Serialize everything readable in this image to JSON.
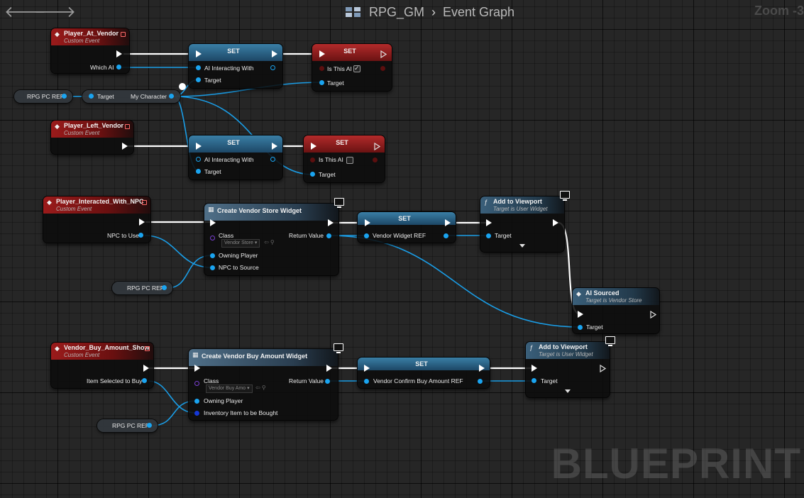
{
  "toolbar": {
    "back_icon": "back-arrow-icon",
    "forward_icon": "forward-arrow-icon",
    "graph_icon": "blueprint-graph-icon",
    "breadcrumb_root": "RPG_GM",
    "breadcrumb_current": "Event Graph",
    "zoom": "Zoom -3"
  },
  "watermark": "BLUEPRINT",
  "colors": {
    "object_pin": "#1aa4f0",
    "event_header": "#9b1b1b",
    "set_header": "#3a7fa6",
    "class_pin": "#7a3fd2",
    "struct_pin": "#1538d8"
  },
  "nodes": {
    "player_at_vendor": {
      "title": "Player_At_Vendor",
      "subtitle": "Custom Event",
      "pin_which_ai": "Which AI"
    },
    "set1": {
      "title": "SET",
      "pin_ai_interacting": "AI Interacting With",
      "pin_target": "Target"
    },
    "set2": {
      "title": "SET",
      "pin_is_this_ai": "Is This AI",
      "pin_target": "Target",
      "checked": true
    },
    "rpg_pc_ref_1": {
      "label": "RPG PC REF"
    },
    "get_my_character": {
      "target": "Target",
      "output": "My Character"
    },
    "player_left_vendor": {
      "title": "Player_Left_Vendor",
      "subtitle": "Custom Event"
    },
    "set3": {
      "title": "SET",
      "pin_ai_interacting": "AI Interacting With",
      "pin_target": "Target"
    },
    "set4": {
      "title": "SET",
      "pin_is_this_ai": "Is This AI",
      "pin_target": "Target",
      "checked": false
    },
    "player_interacted": {
      "title": "Player_Interacted_With_NPC",
      "subtitle": "Custom Event",
      "pin_npc": "NPC to Use"
    },
    "create_vendor_store": {
      "title": "Create Vendor Store Widget",
      "pin_class": "Class",
      "class_value": "Vendor Store",
      "pin_owning": "Owning Player",
      "pin_npc_source": "NPC to Source",
      "pin_return": "Return Value"
    },
    "rpg_pc_ref_2": {
      "label": "RPG PC REF"
    },
    "set5": {
      "title": "SET",
      "pin_var": "Vendor Widget REF"
    },
    "add_viewport_1": {
      "title": "Add to Viewport",
      "subtitle": "Target is User Widget",
      "pin_target": "Target"
    },
    "ai_sourced": {
      "title": "AI Sourced",
      "subtitle": "Target is Vendor Store",
      "pin_target": "Target"
    },
    "vendor_buy_amount": {
      "title": "Vendor_Buy_Amount_Show",
      "subtitle": "Custom Event",
      "pin_item": "Item Selected to Buy"
    },
    "create_vendor_buy": {
      "title": "Create Vendor Buy Amount Widget",
      "pin_class": "Class",
      "class_value": "Vendor Buy Amo",
      "pin_owning": "Owning Player",
      "pin_inventory": "Inventory Item to be Bought",
      "pin_return": "Return Value"
    },
    "rpg_pc_ref_3": {
      "label": "RPG PC REF"
    },
    "set6": {
      "title": "SET",
      "pin_var": "Vendor Confirm Buy Amount REF"
    },
    "add_viewport_2": {
      "title": "Add to Viewport",
      "subtitle": "Target is User Widget",
      "pin_target": "Target"
    }
  }
}
